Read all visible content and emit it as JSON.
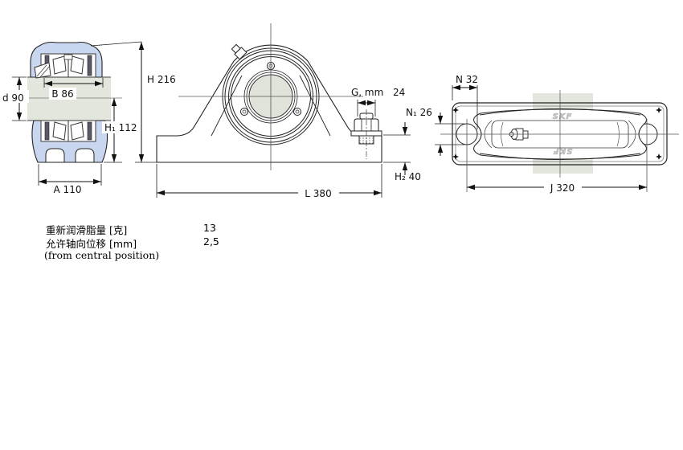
{
  "colors": {
    "housing_blue": "#c9d6ef",
    "shaft_gray": "#e2e6dd",
    "bore_gray": "#dfe3da",
    "line_dark": "#222222"
  },
  "views": {
    "left_section": {
      "dims": {
        "B": "B 86",
        "d": "d 90",
        "H1": "H₁ 112",
        "A": "A 110"
      }
    },
    "front": {
      "dims": {
        "H": "H 216",
        "G_label": "G, mm",
        "G_value": "24",
        "H2": "H₂ 40",
        "L": "L 380"
      }
    },
    "top": {
      "dims": {
        "N": "N 32",
        "N1": "N₁ 26",
        "J": "J 320"
      },
      "logo": "SKF"
    }
  },
  "spec_table": {
    "rows": [
      {
        "label": "重新润滑脂量 [克]",
        "value": "13"
      },
      {
        "label": "允许轴向位移 [mm]",
        "value": "2,5"
      }
    ],
    "note": "(from central position)"
  }
}
